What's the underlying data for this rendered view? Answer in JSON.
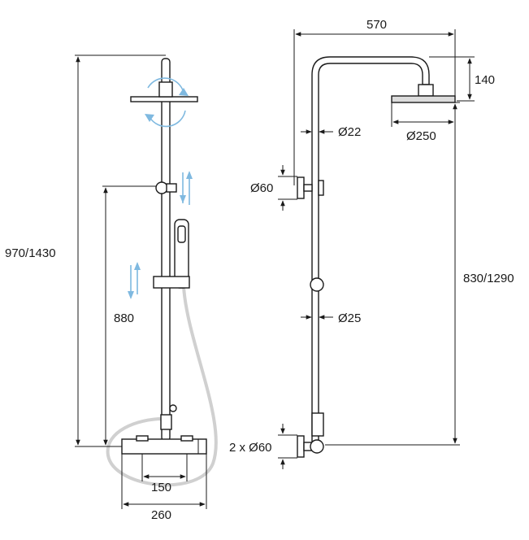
{
  "front_view": {
    "total_height_label": "970/1430",
    "slider_height_label": "880",
    "mixer_centres_label": "150",
    "mixer_width_label": "260"
  },
  "side_view": {
    "arm_reach_label": "570",
    "head_drop_label": "140",
    "pipe_upper_diameter_label": "Ø22",
    "head_diameter_label": "Ø250",
    "bracket_diameter_label": "Ø60",
    "pipe_lower_diameter_label": "Ø25",
    "side_height_label": "830/1290",
    "bottom_brackets_label": "2 x Ø60"
  },
  "colors": {
    "line": "#1a1a1a",
    "arrows": "#7fb9e0",
    "hose": "#d0d0d0"
  }
}
